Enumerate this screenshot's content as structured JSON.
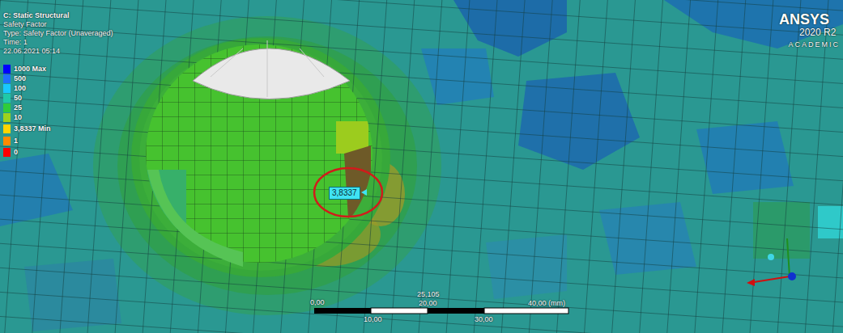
{
  "diagram": {
    "nodes": [
      {
        "text": [
          "3,8337"
        ]
      }
    ],
    "labels": [
      "C: Static Structural",
      "Safety Factor",
      "Type: Safety Factor (Unaveraged)",
      "Time: 1",
      "22.06.2021 05:14",
      "ANSYS",
      "2020 R2",
      "ACADEMIC",
      "0,00",
      "25,105",
      "20,00",
      "40,00 (mm)",
      "10,00",
      "30,00"
    ],
    "legend": [
      {
        "text": "1000 Max",
        "color": "#0000ff"
      },
      {
        "text": "500",
        "color": "#1f6fff"
      },
      {
        "text": "100",
        "color": "#19c8ff"
      },
      {
        "text": "50",
        "color": "#1fc9a8"
      },
      {
        "text": "25",
        "color": "#2fcc3a"
      },
      {
        "text": "10",
        "color": "#9ed21c"
      },
      {
        "text": "3,8337 Min",
        "color": "#ffd400"
      },
      {
        "text": "1",
        "color": "#ff8a00"
      },
      {
        "text": "0",
        "color": "#ff0000"
      }
    ]
  }
}
